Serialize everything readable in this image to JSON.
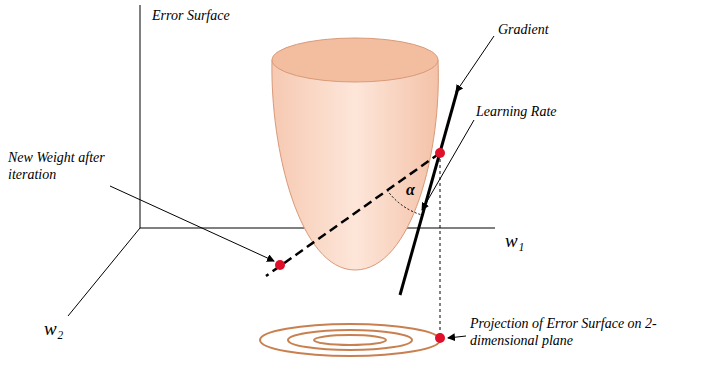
{
  "diagram": {
    "labels": [
      "Error Surface",
      "Gradient",
      "Learning Rate",
      "α",
      "New Weight after iteration",
      "w₁",
      "w₂",
      "Projection of Error Surface on 2-dimensional plane"
    ]
  }
}
